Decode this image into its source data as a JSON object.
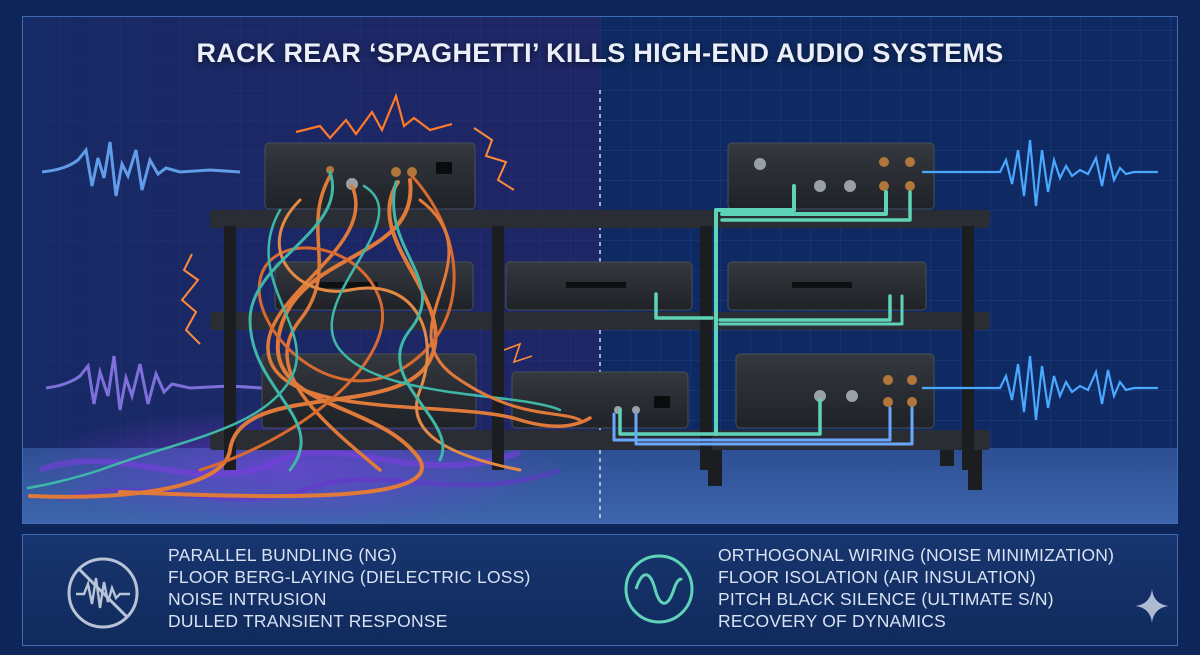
{
  "title": "RACK REAR ‘SPAGHETTI’ KILLS HIGH-END AUDIO SYSTEMS",
  "left_panel": {
    "icon": "noise-waveform-prohibited-icon",
    "items": [
      "PARALLEL BUNDLING (NG)",
      "FLOOR BERG-LAYING (DIELECTRIC LOSS)",
      "NOISE INTRUSION",
      "DULLED TRANSIENT RESPONSE"
    ]
  },
  "right_panel": {
    "icon": "sine-wave-icon",
    "items": [
      "ORTHOGONAL WIRING (NOISE MINIMIZATION)",
      "FLOOR ISOLATION (AIR INSULATION)",
      "PITCH BLACK SILENCE (ULTIMATE S/N)",
      "RECOVERY OF DYNAMICS"
    ]
  },
  "colors": {
    "background": "#0d2558",
    "chaos_cable": "#e07a3a",
    "teal_cable": "#3fb7a8",
    "clean_cable": "#5fd3b8",
    "noise_purple": "#8a5cf0",
    "signal_blue": "#4aa8ff",
    "spark": "#ff7a2a"
  }
}
